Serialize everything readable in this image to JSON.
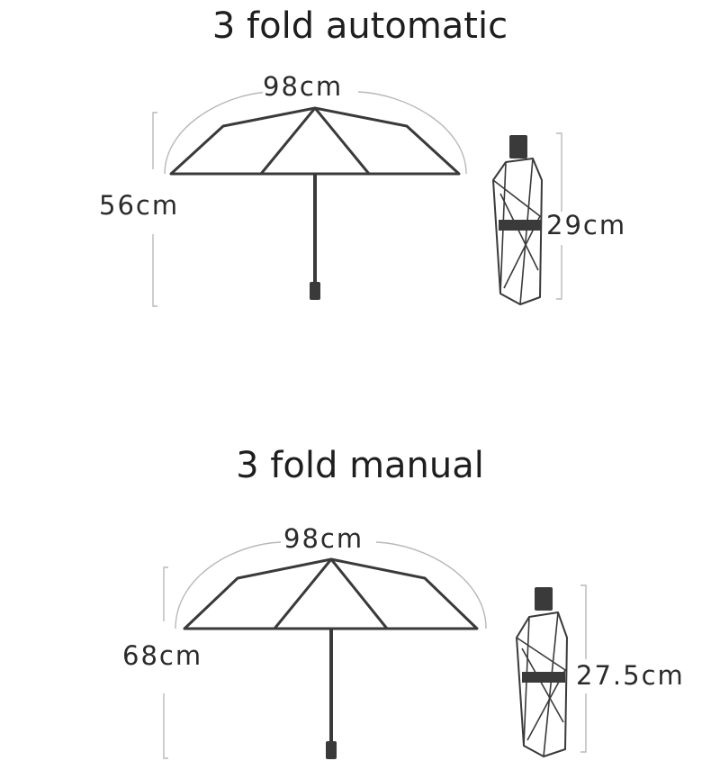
{
  "auto": {
    "title": "3 fold automatic",
    "width_label": "98cm",
    "height_label": "56cm",
    "folded_label": "29cm"
  },
  "manual": {
    "title": "3 fold manual",
    "width_label": "98cm",
    "height_label": "68cm",
    "folded_label": "27.5cm"
  }
}
